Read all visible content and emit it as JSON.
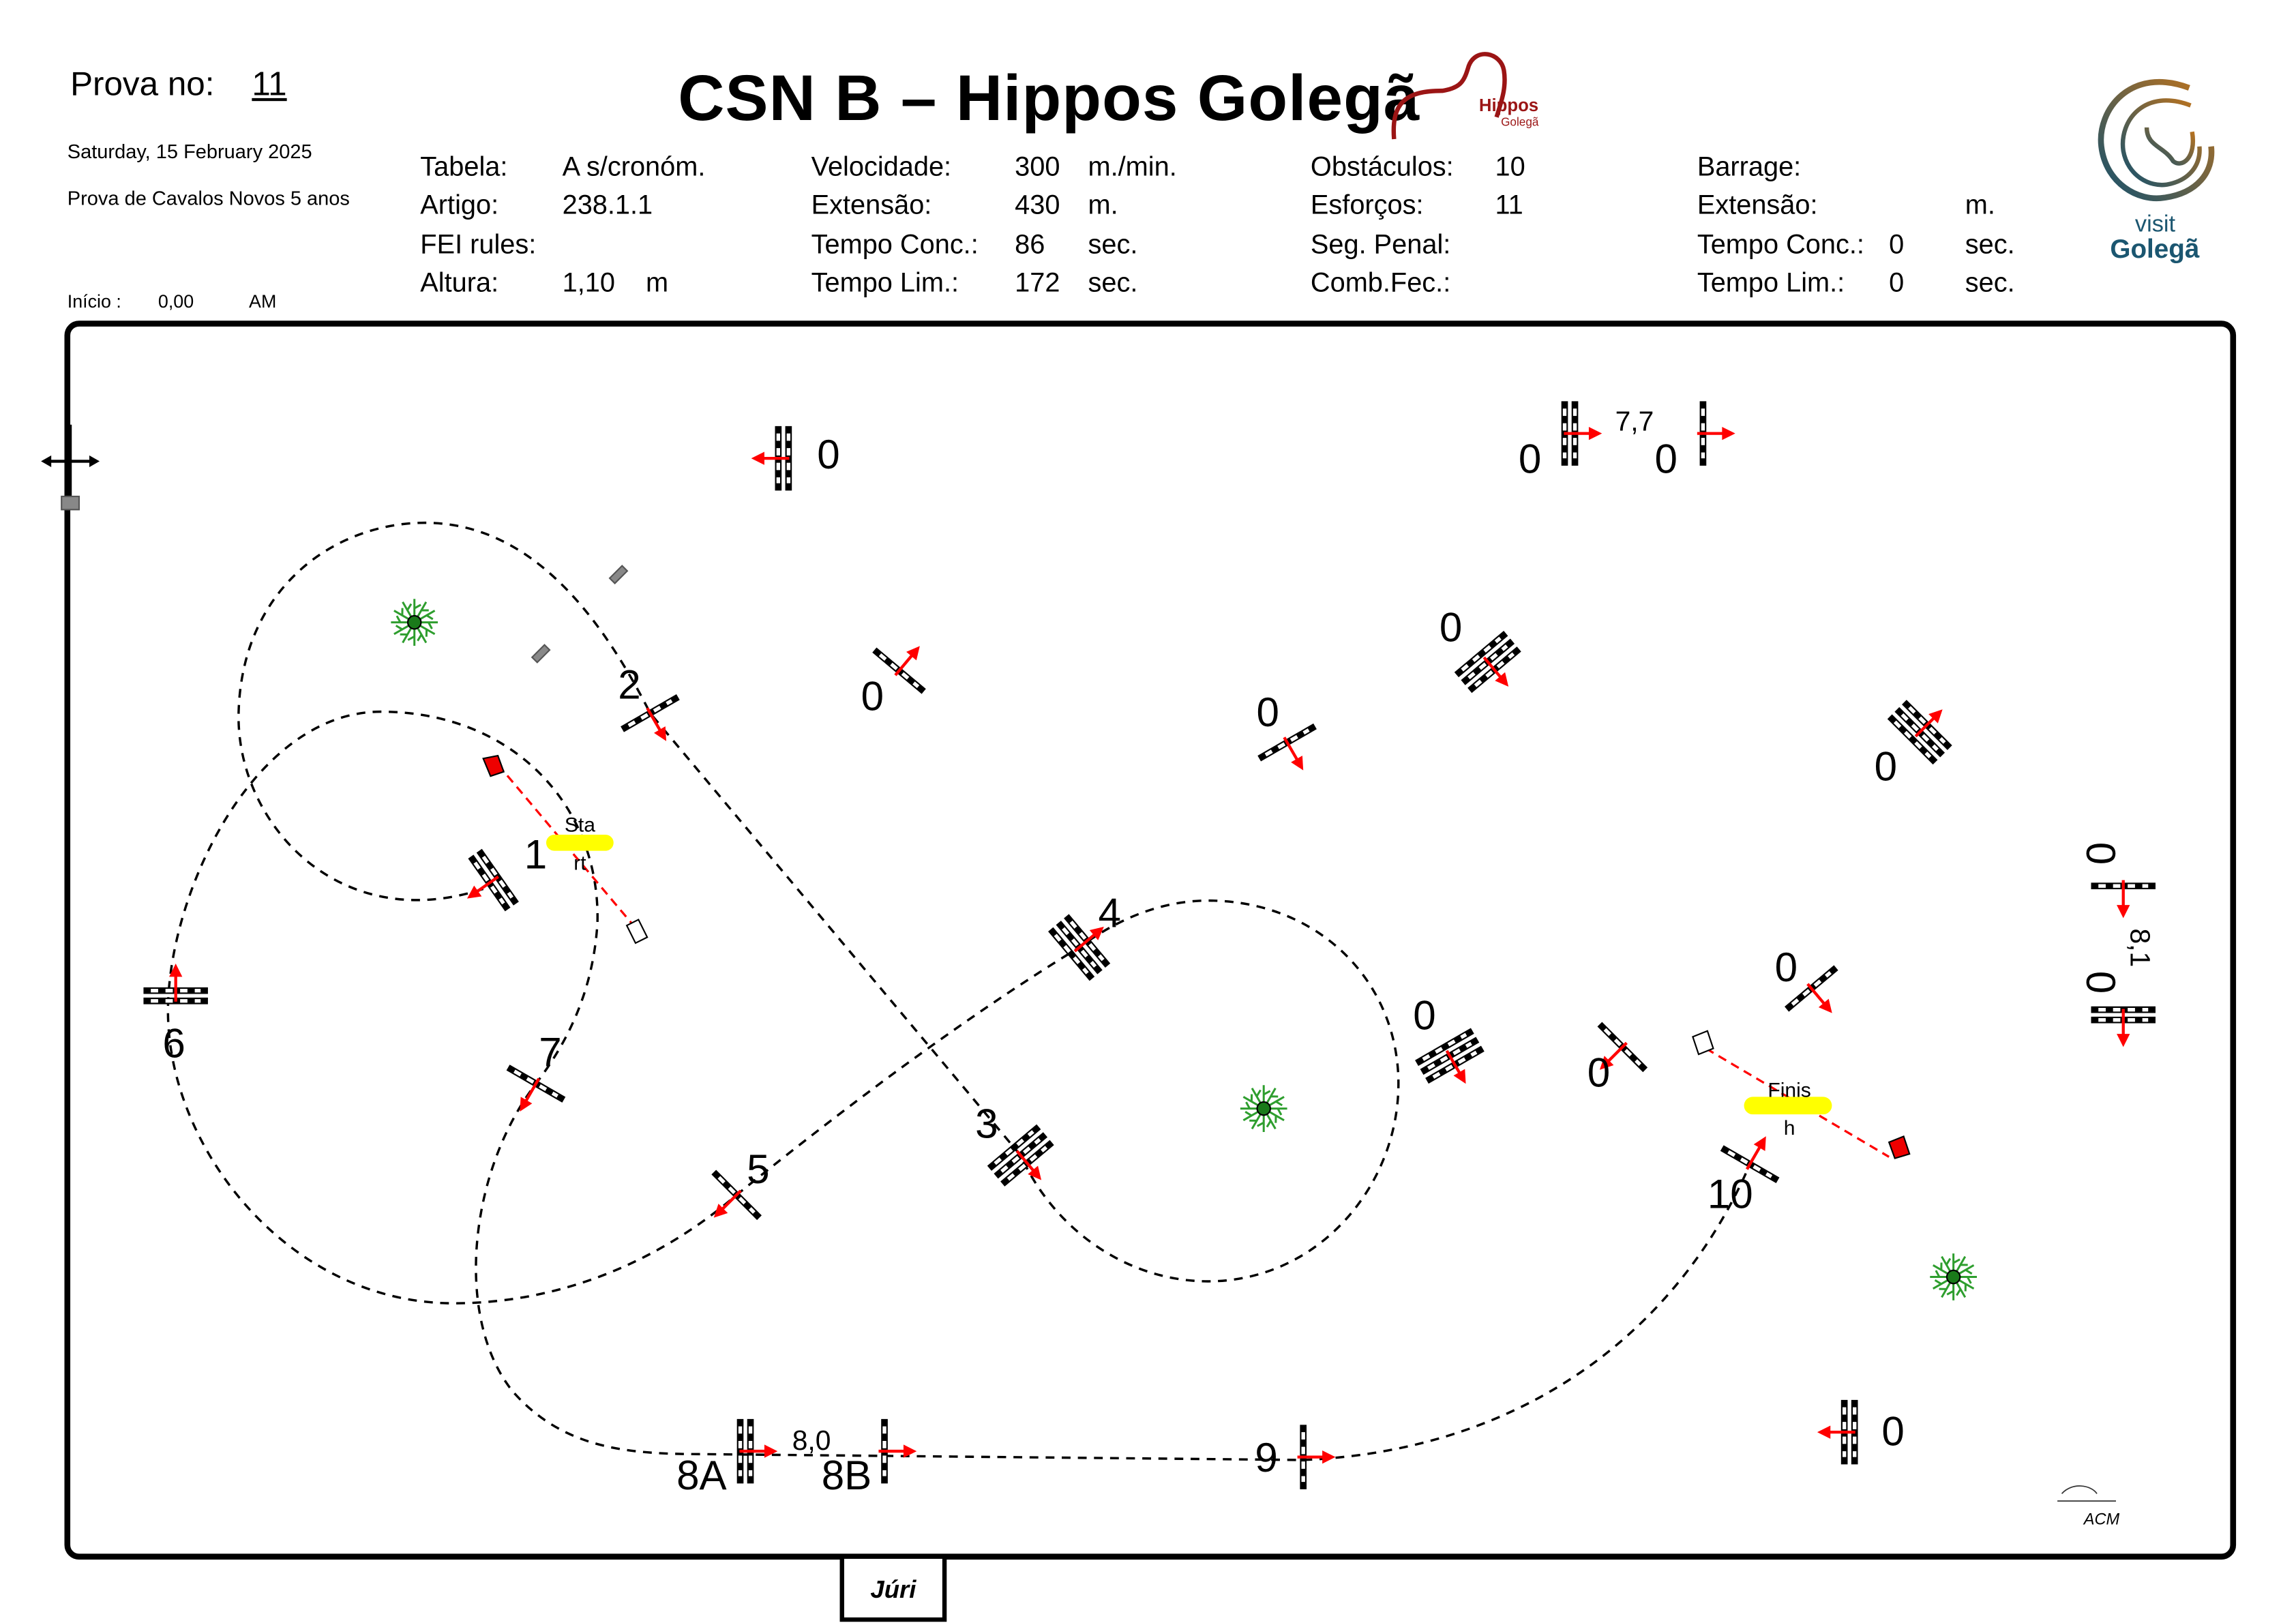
{
  "header": {
    "prova_label": "Prova no:",
    "prova_number": "11",
    "title": "CSN B – Hippos Golegã",
    "date": "Saturday, 15 February 2025",
    "description": "Prova de Cavalos Novos 5 anos",
    "inicio_label": "Início :",
    "inicio_value": "0,00",
    "inicio_ampm": "AM"
  },
  "info": {
    "col1": [
      {
        "label": "Tabela:",
        "value": "A s/cronóm.",
        "unit": ""
      },
      {
        "label": "Artigo:",
        "value": "238.1.1",
        "unit": ""
      },
      {
        "label": "FEI rules:",
        "value": "",
        "unit": ""
      },
      {
        "label": "Altura:",
        "value": "1,10",
        "unit": "m"
      }
    ],
    "col2": [
      {
        "label": "Velocidade:",
        "value": "300",
        "unit": "m./min."
      },
      {
        "label": "Extensão:",
        "value": "430",
        "unit": "m."
      },
      {
        "label": "Tempo Conc.:",
        "value": "86",
        "unit": "sec."
      },
      {
        "label": "Tempo Lim.:",
        "value": "172",
        "unit": "sec."
      }
    ],
    "col3": [
      {
        "label": "Obstáculos:",
        "value": "10"
      },
      {
        "label": "Esforços:",
        "value": "11"
      },
      {
        "label": "Seg. Penal:",
        "value": ""
      },
      {
        "label": "Comb.Fec.:",
        "value": ""
      }
    ],
    "col4": [
      {
        "label": "Barrage:",
        "value": "",
        "unit": ""
      },
      {
        "label": "Extensão:",
        "value": "",
        "unit": "m."
      },
      {
        "label": "Tempo Conc.:",
        "value": "0",
        "unit": "sec."
      },
      {
        "label": "Tempo Lim.:",
        "value": "0",
        "unit": "sec."
      }
    ]
  },
  "logos": {
    "hippos_line1": "Hippos",
    "hippos_line2": "Golegã",
    "visit_line1": "visit",
    "visit_line2": "Golegã",
    "designer": "ACM"
  },
  "colors": {
    "arrow": "#ff0000",
    "tree": "#2e9e2e",
    "start_marker": "#ffff00",
    "hippos": "#9b1515",
    "visit": "#1b5670"
  },
  "course": {
    "numbers": {
      "n1": "1",
      "n2": "2",
      "n3": "3",
      "n4": "4",
      "n5": "5",
      "n6": "6",
      "n7": "7",
      "n8a": "8A",
      "n8b": "8B",
      "n9": "9",
      "n10": "10"
    },
    "distances": {
      "d8": "8,0",
      "d_top": "7,7",
      "d_right": "8,1"
    },
    "unused_label": "0",
    "start": {
      "part1": "Sta",
      "part2": "rt"
    },
    "finish": {
      "part1": "Finis",
      "part2": "h"
    },
    "jury": "Júri"
  }
}
